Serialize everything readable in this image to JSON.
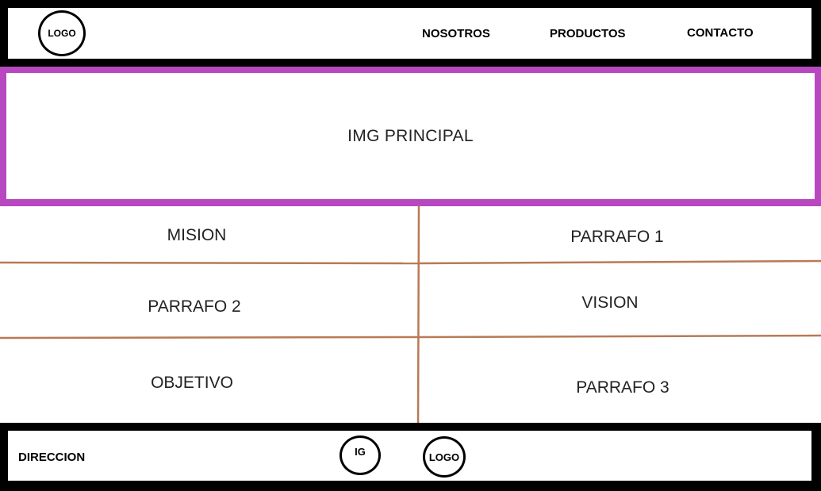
{
  "header": {
    "logo_label": "LOGO",
    "nav": [
      {
        "label": "NOSOTROS"
      },
      {
        "label": "PRODUCTOS"
      },
      {
        "label": "CONTACTO"
      }
    ]
  },
  "hero": {
    "label": "IMG PRINCIPAL",
    "border_color": "#b848c0"
  },
  "sections": {
    "left": [
      "MISION",
      "PARRAFO 2",
      "OBJETIVO"
    ],
    "right": [
      "PARRAFO 1",
      "VISION",
      "PARRAFO 3"
    ],
    "line_color": "#b87a55"
  },
  "footer": {
    "address_label": "DIRECCION",
    "ig_label": "IG",
    "logo_label": "LOGO"
  }
}
